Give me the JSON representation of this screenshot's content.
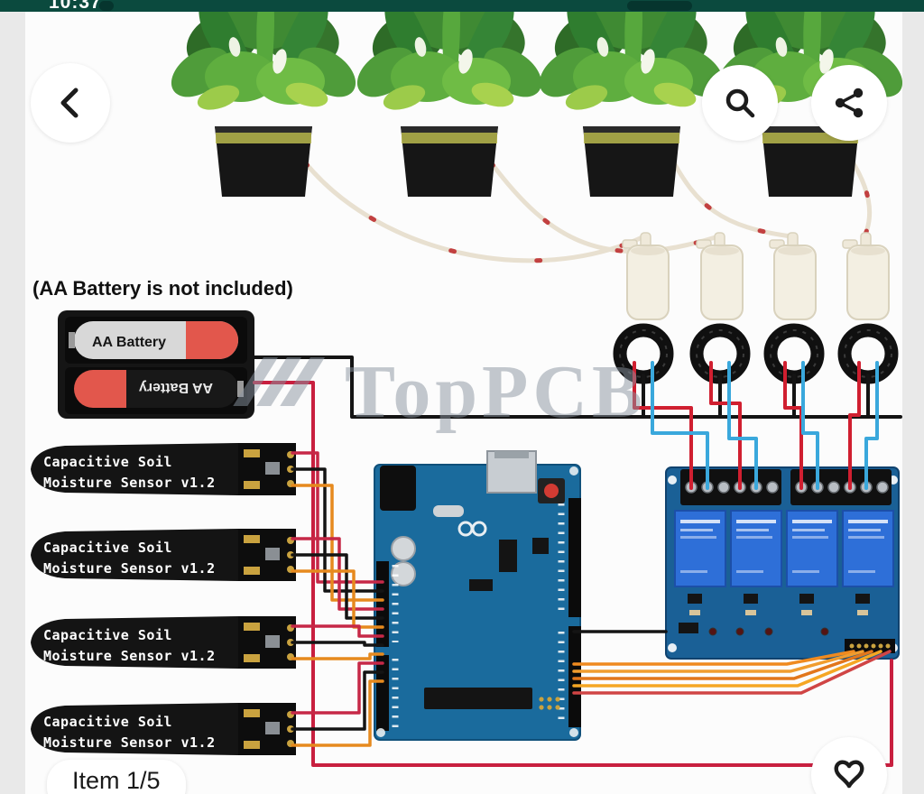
{
  "status_bar": {
    "time": "10:37"
  },
  "viewer": {
    "item_counter": "Item 1/5",
    "icons": {
      "back": "chevron-left",
      "search": "magnifier",
      "share": "share-nodes",
      "favorite": "heart-outline"
    }
  },
  "diagram": {
    "battery_note": "(AA Battery is not included)",
    "battery": {
      "top_label": "AA Battery",
      "bottom_label": "AA Battery"
    },
    "watermark": "TopPCB",
    "sensors": [
      {
        "line1": "Capacitive Soil",
        "line2": "Moisture Sensor v1.2"
      },
      {
        "line1": "Capacitive Soil",
        "line2": "Moisture Sensor v1.2"
      },
      {
        "line1": "Capacitive Soil",
        "line2": "Moisture Sensor v1.2"
      },
      {
        "line1": "Capacitive Soil",
        "line2": "Moisture Sensor v1.2"
      }
    ],
    "counts": {
      "plants": 4,
      "pumps": 4,
      "soil_sensors": 4,
      "relay_channels": 4
    }
  },
  "colors": {
    "status_bar_bg": "#0b4a3e",
    "board_blue": "#1a6b9d",
    "relay_board_blue": "#1a6096",
    "relay_cube_blue": "#2e6fd8",
    "wire_red": "#c81f3f",
    "wire_orange": "#ef8a1f",
    "wire_blue": "#3aa8dc",
    "wire_black": "#141414",
    "battery_red": "#e2574c",
    "watermark_gray": "#8a94a0"
  }
}
